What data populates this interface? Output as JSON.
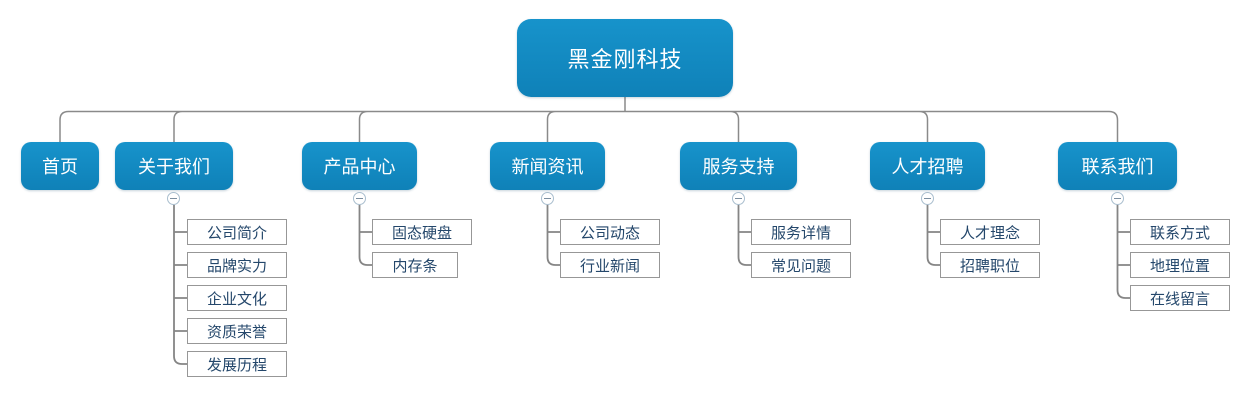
{
  "tree": {
    "root": {
      "label": "黑金刚科技"
    },
    "branches": [
      {
        "label": "首页",
        "children": []
      },
      {
        "label": "关于我们",
        "children": [
          {
            "label": "公司简介"
          },
          {
            "label": "品牌实力"
          },
          {
            "label": "企业文化"
          },
          {
            "label": "资质荣誉"
          },
          {
            "label": "发展历程"
          }
        ]
      },
      {
        "label": "产品中心",
        "children": [
          {
            "label": "固态硬盘"
          },
          {
            "label": "内存条"
          }
        ]
      },
      {
        "label": "新闻资讯",
        "children": [
          {
            "label": "公司动态"
          },
          {
            "label": "行业新闻"
          }
        ]
      },
      {
        "label": "服务支持",
        "children": [
          {
            "label": "服务详情"
          },
          {
            "label": "常见问题"
          }
        ]
      },
      {
        "label": "人才招聘",
        "children": [
          {
            "label": "人才理念"
          },
          {
            "label": "招聘职位"
          }
        ]
      },
      {
        "label": "联系我们",
        "children": [
          {
            "label": "联系方式"
          },
          {
            "label": "地理位置"
          },
          {
            "label": "在线留言"
          }
        ]
      }
    ]
  },
  "icons": {
    "collapse": "minus-circle"
  },
  "colors": {
    "node_fill_top": "#1793cb",
    "node_fill_bottom": "#0f81b8",
    "node_text": "#ffffff",
    "leaf_text": "#24476b",
    "leaf_border": "#979797",
    "connector": "#8a8a8a",
    "toggle_border": "#a9bece"
  }
}
